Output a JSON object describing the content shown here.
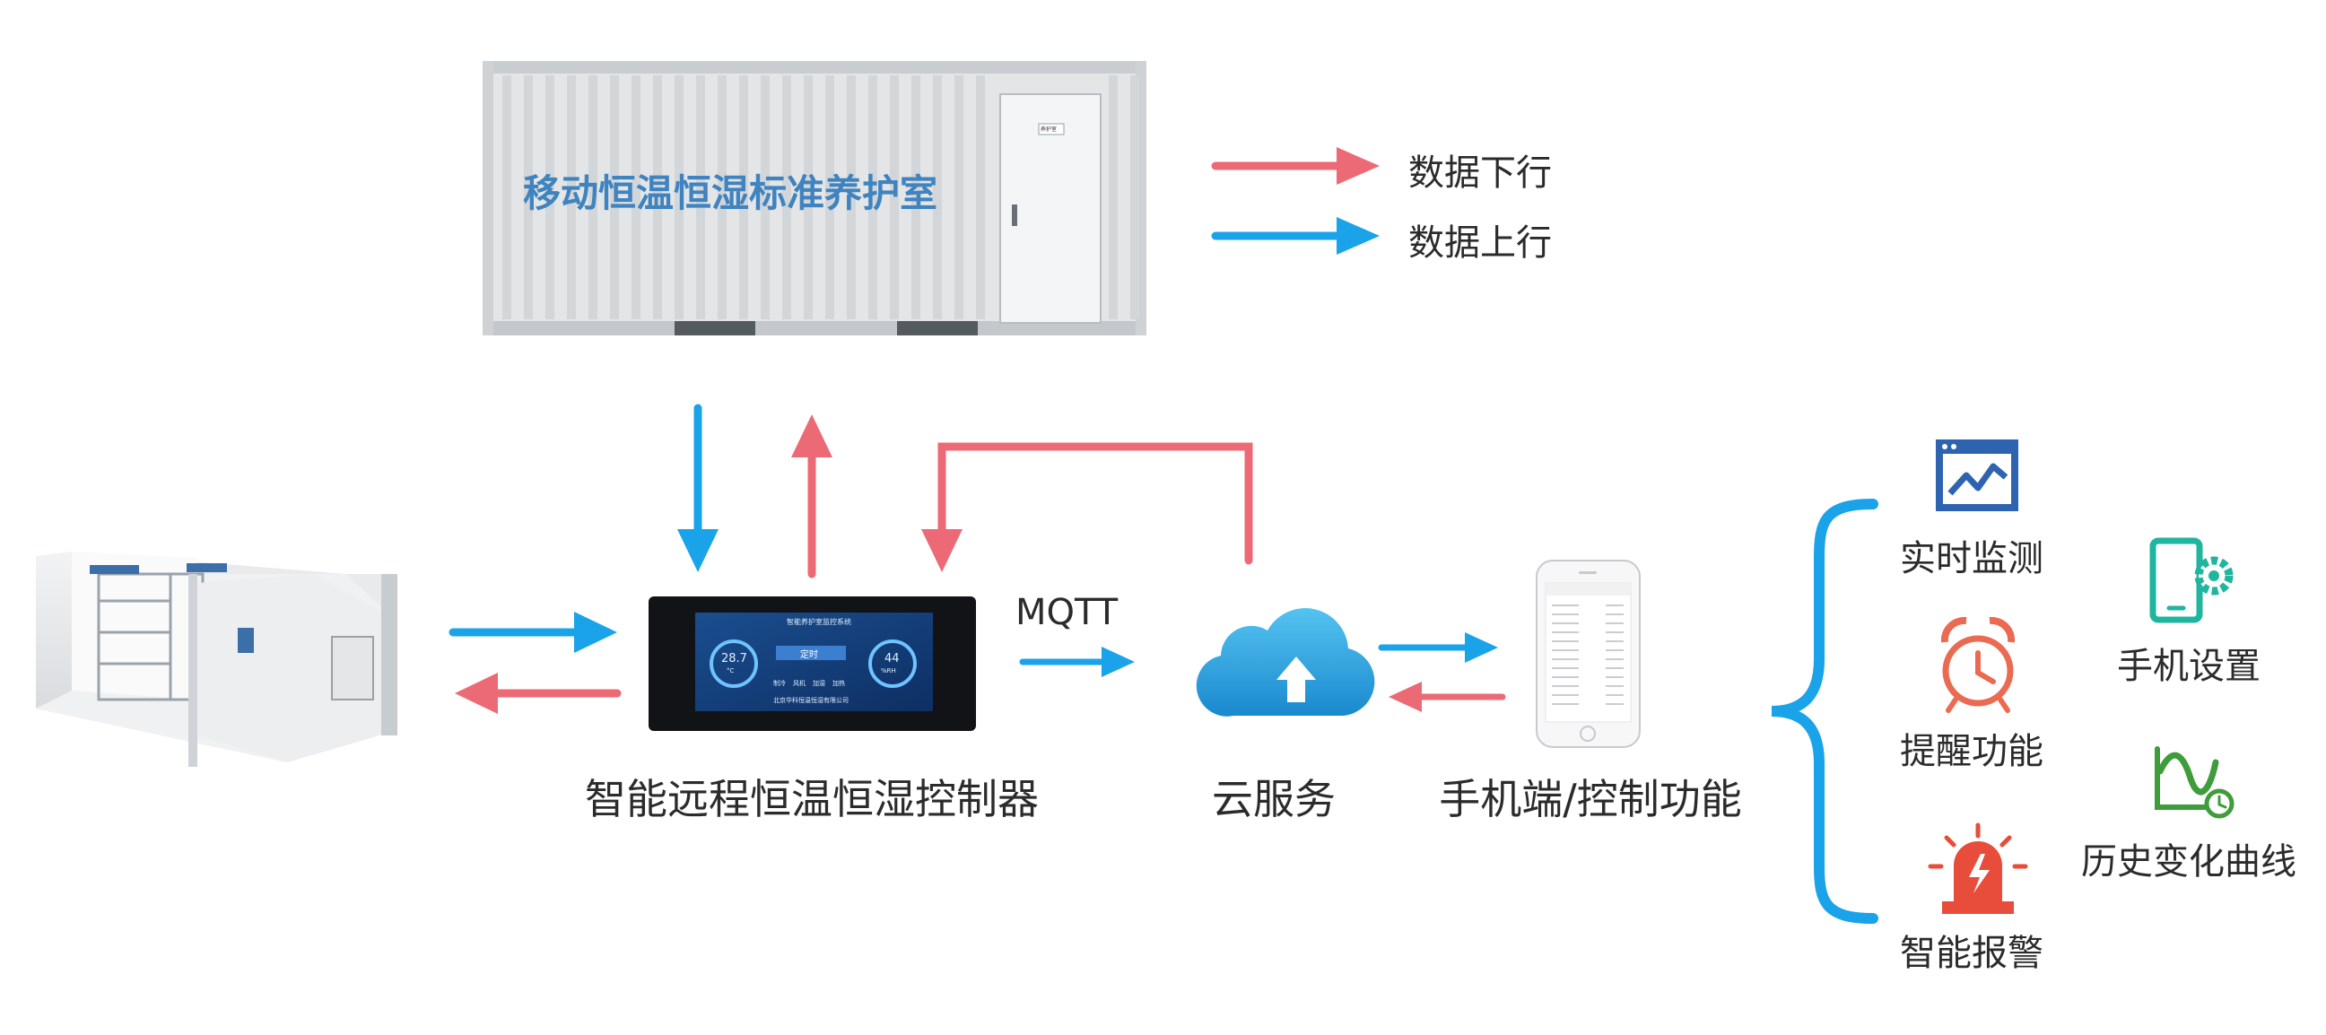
{
  "container": {
    "title": "移动恒温恒湿标准养护室",
    "door_sign": "养护室"
  },
  "legend": [
    {
      "label": "数据下行",
      "color": "#ec6a75"
    },
    {
      "label": "数据上行",
      "color": "#1aa3e8"
    }
  ],
  "controller": {
    "label": "智能远程恒温恒湿控制器",
    "screen": {
      "header": "智能养护室监控系统",
      "temp_value": "28.7",
      "temp_unit": "°C",
      "hum_value": "44",
      "hum_unit": "%RH",
      "mode": "定时",
      "buttons": [
        "制冷",
        "风机",
        "加湿",
        "加热"
      ],
      "footer": "北京华科恒温恒湿有限公司"
    }
  },
  "protocol": {
    "label": "MQTT"
  },
  "cloud": {
    "label": "云服务"
  },
  "phone": {
    "label": "手机端/控制功能"
  },
  "features": [
    {
      "label": "实时监测",
      "icon": "monitor-chart-icon",
      "color": "#2e63b0"
    },
    {
      "label": "提醒功能",
      "icon": "alarm-clock-icon",
      "color": "#ea6a52"
    },
    {
      "label": "智能报警",
      "icon": "alarm-siren-icon",
      "color": "#e84c3a"
    },
    {
      "label": "手机设置",
      "icon": "phone-settings-icon",
      "color": "#1fb59f"
    },
    {
      "label": "历史变化曲线",
      "icon": "history-curve-icon",
      "color": "#3f9c3b"
    }
  ],
  "colors": {
    "downlink": "#ec6a75",
    "uplink": "#1aa3e8",
    "brace": "#1aa3e8",
    "title_blue": "#3f83bf"
  }
}
